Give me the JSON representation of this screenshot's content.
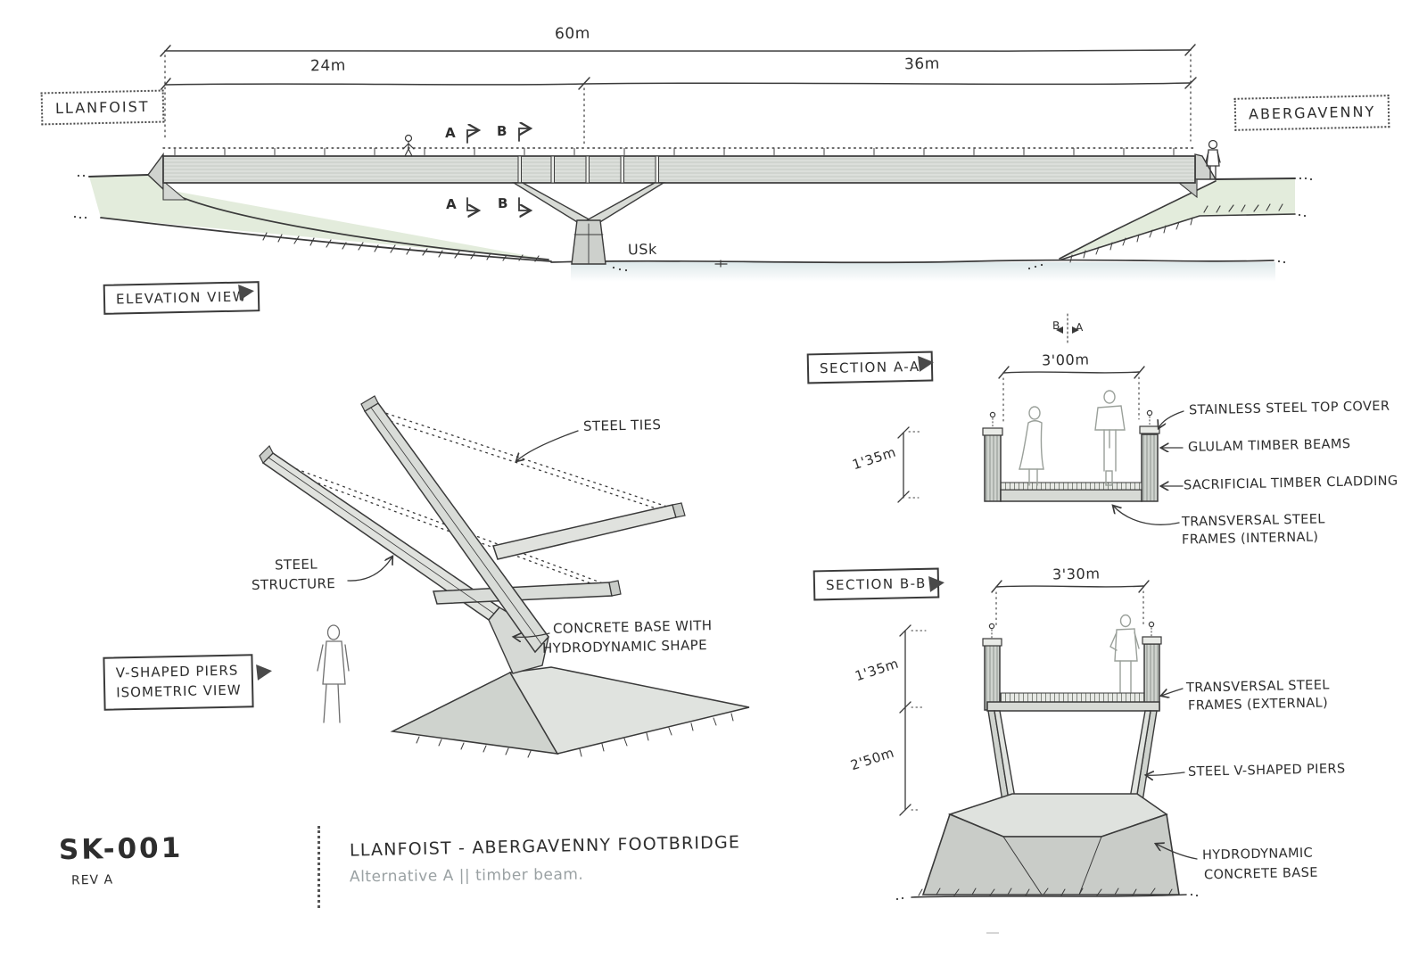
{
  "palette": {
    "paper": "#ffffff",
    "ink": "#3a3a3a",
    "embankment_green": "#e3ecdc",
    "water_blue": "#dde8ea",
    "deck_gray": "#dcdfdb",
    "concrete_gray": "#c9ccc8",
    "figure_gray": "#9aa09a",
    "subtitle_gray": "#9aa1a3"
  },
  "elevation": {
    "view_title": "ELEVATION VIEW",
    "place_left": "LLANFOIST",
    "place_right": "ABERGAVENNY",
    "dim_total": "60m",
    "dim_span_left": "24m",
    "dim_span_right": "36m",
    "river_name": "USk",
    "section_marker_a": "A",
    "section_marker_b": "B"
  },
  "isometric": {
    "view_title_line1": "V-SHAPED PIERS",
    "view_title_line2": "ISOMETRIC VIEW",
    "label_steel_ties": "STEEL TIES",
    "label_steel_structure_line1": "STEEL",
    "label_steel_structure_line2": "STRUCTURE",
    "label_concrete_base_line1": "CONCRETE BASE WITH",
    "label_concrete_base_line2": "HYDRODYNAMIC SHAPE"
  },
  "section_aa": {
    "view_title": "SECTION A-A",
    "dim_width": "3'00m",
    "dim_height": "1'35m",
    "direction_left": "B",
    "direction_right": "A",
    "ann_top_cover": "STAINLESS STEEL TOP COVER",
    "ann_glulam": "GLULAM TIMBER BEAMS",
    "ann_cladding": "SACRIFICIAL TIMBER CLADDING",
    "ann_frames_line1": "TRANSVERSAL STEEL",
    "ann_frames_line2": "FRAMES (INTERNAL)"
  },
  "section_bb": {
    "view_title": "SECTION B-B",
    "dim_width": "3'30m",
    "dim_height_upper": "1'35m",
    "dim_height_lower": "2'50m",
    "ann_frames_line1": "TRANSVERSAL STEEL",
    "ann_frames_line2": "FRAMES (EXTERNAL)",
    "ann_piers": "STEEL V-SHAPED PIERS",
    "ann_base_line1": "HYDRODYNAMIC",
    "ann_base_line2": "CONCRETE BASE"
  },
  "title_block": {
    "drawing_number": "SK-001",
    "revision": "REV A",
    "project_title": "LLANFOIST - ABERGAVENNY FOOTBRIDGE",
    "subtitle": "Alternative A || timber beam."
  }
}
